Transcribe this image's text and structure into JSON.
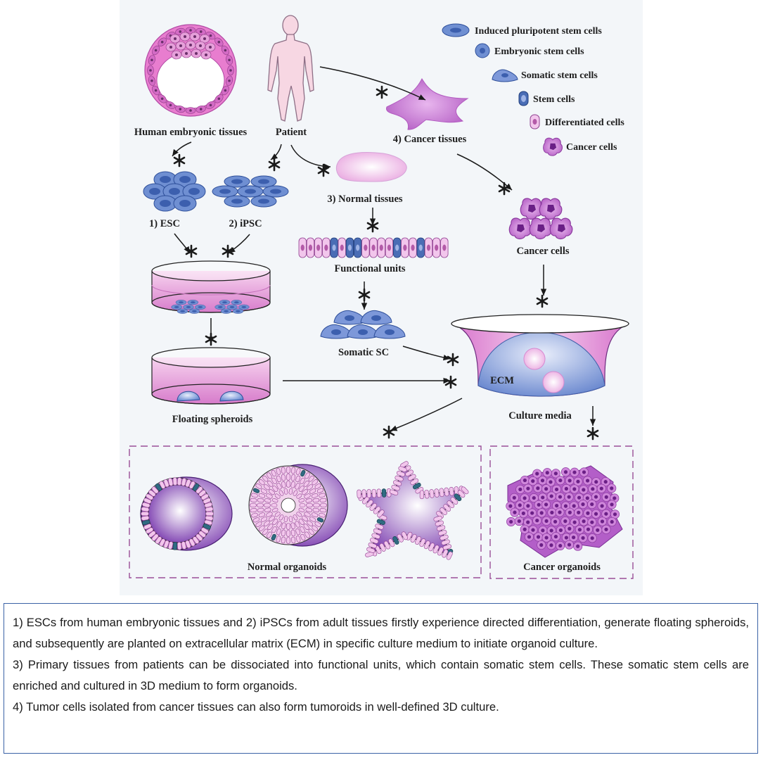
{
  "labels": {
    "human_embryonic_tissues": "Human embryonic tissues",
    "patient": "Patient",
    "cancer_tissues": "4) Cancer tissues",
    "esc": "1) ESC",
    "ipsc": "2) iPSC",
    "normal_tissues": "3) Normal tissues",
    "functional_units": "Functional units",
    "cancer_cells": "Cancer cells",
    "somatic_sc": "Somatic SC",
    "ecm": "ECM",
    "floating_spheroids": "Floating spheroids",
    "culture_media": "Culture media",
    "normal_organoids": "Normal organoids",
    "cancer_organoids": "Cancer organoids"
  },
  "legend": [
    {
      "label": "Induced pluripotent stem cells",
      "icon": "ipsc-cell-icon"
    },
    {
      "label": "Embryonic stem cells",
      "icon": "embryonic-cell-icon"
    },
    {
      "label": "Somatic stem cells",
      "icon": "somatic-cell-icon"
    },
    {
      "label": "Stem cells",
      "icon": "stem-cell-icon"
    },
    {
      "label": "Differentiated cells",
      "icon": "differentiated-cell-icon"
    },
    {
      "label": "Cancer cells",
      "icon": "cancer-cell-icon"
    }
  ],
  "caption": {
    "p1": "1) ESCs from human embryonic tissues and 2) iPSCs from adult tissues firstly experience directed differentiation, generate floating spheroids, and subsequently are planted on extracellular matrix (ECM) in specific culture medium to initiate organoid culture.",
    "p2": "3) Primary tissues from patients can be dissociated into functional units, which contain somatic stem cells. These somatic stem cells are enriched and cultured in 3D medium to form organoids.",
    "p3": "4) Tumor cells isolated from cancer tissues can also form tumoroids in well-defined 3D culture."
  },
  "colors": {
    "panel_bg": "#f3f6f9",
    "blue_cell": "#6f8fd2",
    "pink": "#e58fd2",
    "purple": "#8a3ea6",
    "frame_border": "#3b62a6",
    "dashed_border": "#9a4f97"
  }
}
